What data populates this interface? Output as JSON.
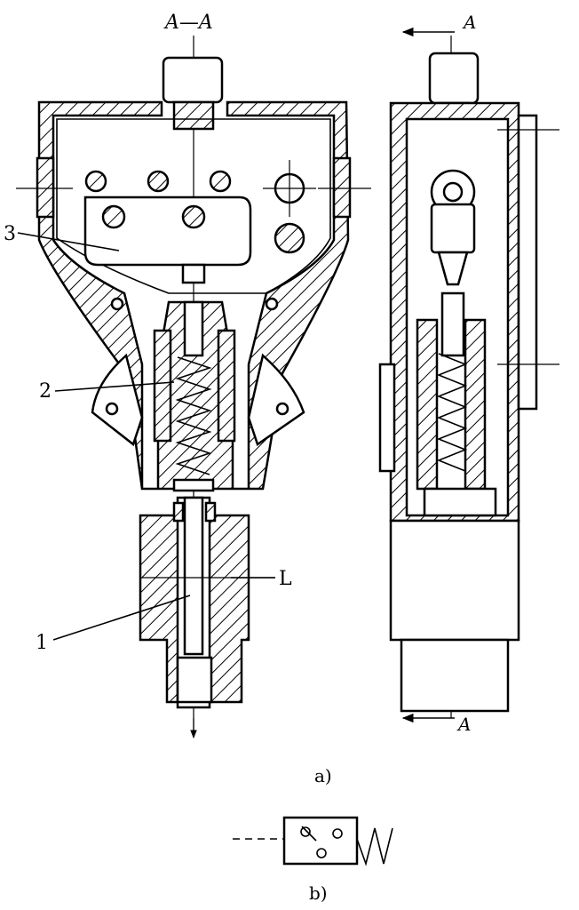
{
  "figure": {
    "section_label_top": "A—A",
    "section_mark_left": "A",
    "section_mark_right": "A",
    "part_labels": [
      "1",
      "2",
      "3",
      "L"
    ],
    "caption_a": "a)",
    "caption_b": "b)"
  },
  "colors": {
    "ink": "#000000",
    "paper": "#ffffff"
  }
}
